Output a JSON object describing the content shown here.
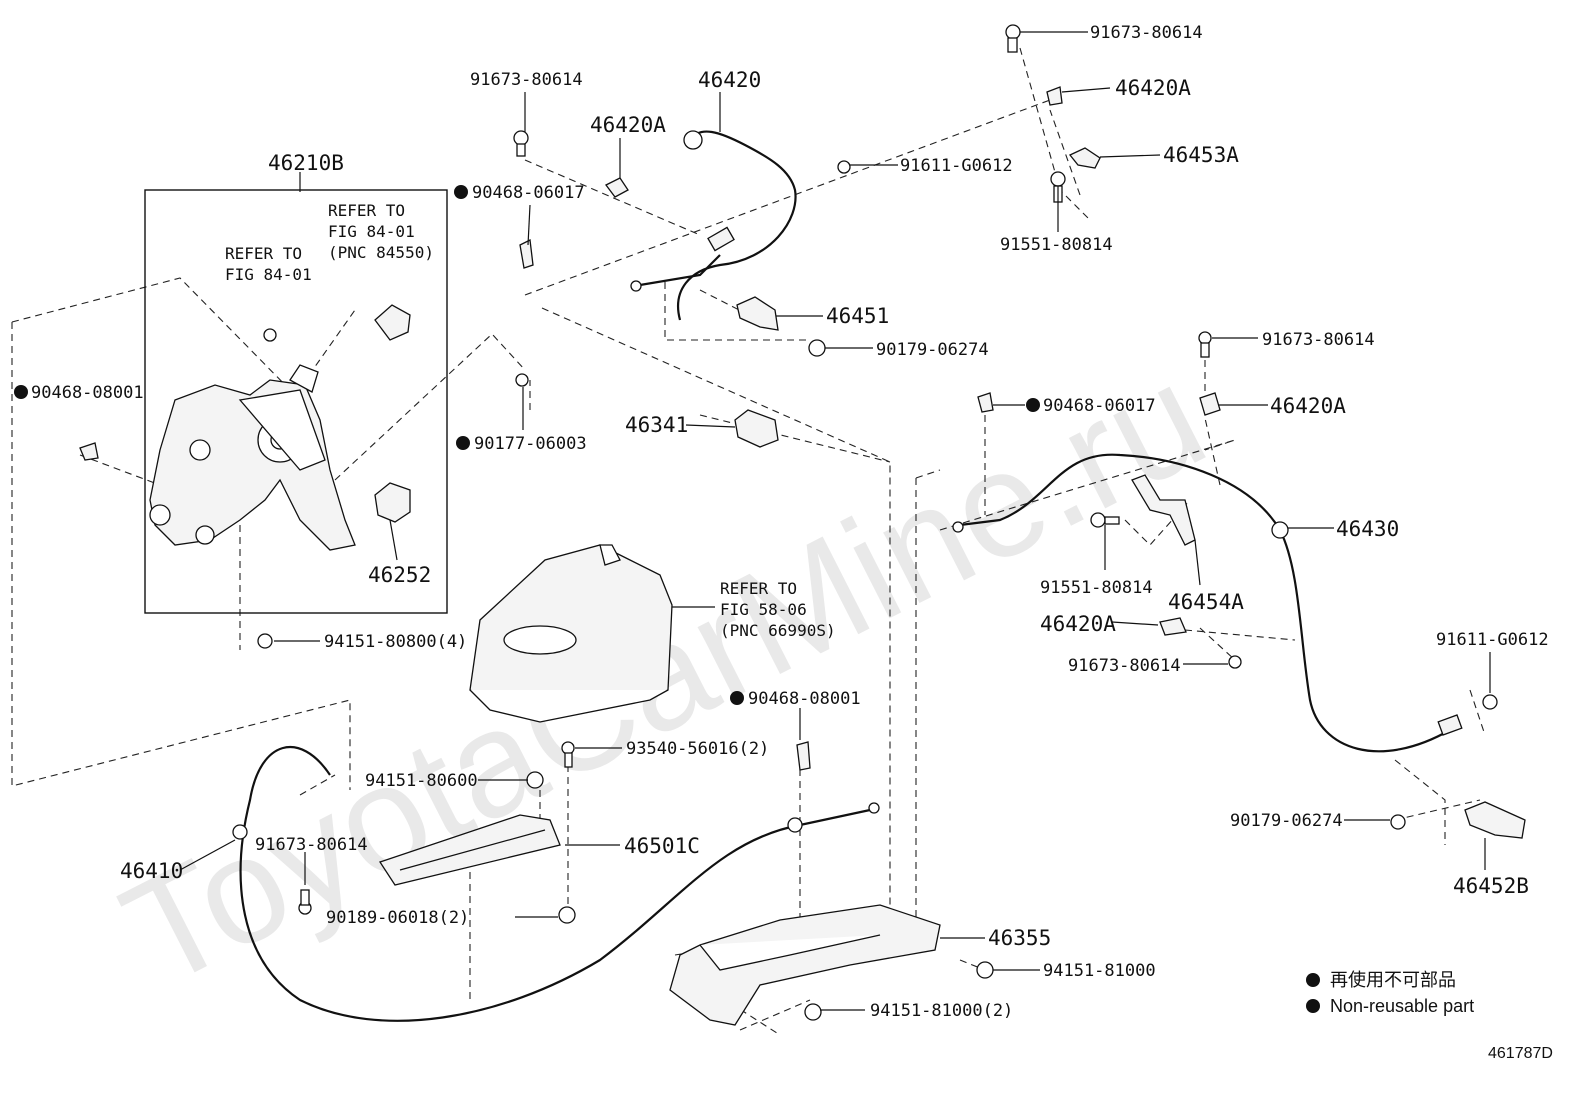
{
  "watermark": "ToyotaCarMine.ru",
  "figure_code": "461787D",
  "legend": {
    "japanese": "再使用不可部品",
    "english": "Non-reusable part"
  },
  "labels": {
    "p46210B": "46210B",
    "p46420_top": "46420",
    "p46420A_a": "46420A",
    "p46420A_b": "46420A",
    "p46420A_c": "46420A",
    "p46420A_d": "46420A",
    "p46453A": "46453A",
    "p91673_a": "91673-80614",
    "p91673_b": "91673-80614",
    "p91673_c": "91673-80614",
    "p91673_d": "91673-80614",
    "p91673_e": "91673-80614",
    "p91611_a": "91611-G0612",
    "p91611_b": "91611-G0612",
    "p91551_a": "91551-80814",
    "p91551_b": "91551-80814",
    "p90468_06017_a": "90468-06017",
    "p90468_06017_b": "90468-06017",
    "p90468_08001_a": "90468-08001",
    "p90468_08001_b": "90468-08001",
    "p90177": "90177-06003",
    "p90179_a": "90179-06274",
    "p90179_b": "90179-06274",
    "p46451": "46451",
    "p46341": "46341",
    "p46252": "46252",
    "p46430": "46430",
    "p46454A": "46454A",
    "p46452B": "46452B",
    "p94151_80800": "94151-80800(4)",
    "p93540": "93540-56016(2)",
    "p94151_80600": "94151-80600",
    "p46501C": "46501C",
    "p46410": "46410",
    "p90189": "90189-06018(2)",
    "p46355": "46355",
    "p94151_81000": "94151-81000",
    "p94151_81000_2": "94151-81000(2)"
  },
  "refer_notes": {
    "r1_l1": "REFER TO",
    "r1_l2": "FIG 84-01",
    "r1_l3": "(PNC 84550)",
    "r2_l1": "REFER TO",
    "r2_l2": "FIG 84-01",
    "r3_l1": "REFER TO",
    "r3_l2": "FIG 58-06",
    "r3_l3": "(PNC 66990S)"
  }
}
